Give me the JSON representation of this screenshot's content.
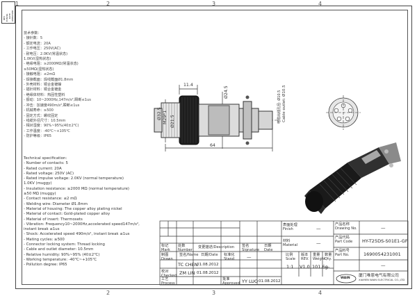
{
  "zones": [
    "1",
    "2",
    "3",
    "4"
  ],
  "rev_table": {
    "c1": "REV",
    "c2": "ECN No.",
    "c3": "DATE",
    "c4": "APPROVED"
  },
  "spec_cn": [
    "技术参数：",
    "- 接针数：5",
    "- 额定电流：20A",
    "- 工作电压：250V(AC)",
    "- 耐电压：2.0KV(常温状态)",
    "            1.0KV(湿热状态)",
    "- 绝缘电阻：≥2000MΩ(常温状态)",
    "            ≥50MΩ(湿热状态)",
    "- 接触电阻：≤2mΩ",
    "- 焊接截面：焊线截面Ø1.8mm",
    "- 外壳材料：铜合金镀镍",
    "- 插针材料：铜合金镀金",
    "- 绝缘体材料：热固性塑料",
    "- 振动：10~2000Hz,147m/s²,瞬断≤1us",
    "- 冲击：加速度490m/s²,瞬断≤1us",
    "- 机械寿命：≥500",
    "- 固定方式：螺纹固定",
    "- 线缆外径尺寸：10.5mm",
    "- 相对湿度：90%~95%(40±2℃)",
    "- 工作温度：-40℃~+105℃",
    "- 防护等级：IP65"
  ],
  "spec_en": [
    "Technical specification:",
    "- Number of contacts: 5",
    "- Rated current: 20A",
    "- Rated voltage: 250V (AC)",
    "- Rated impulse voltage: 2.0KV (normal temperature)",
    "                                          1.0KV (muggy)",
    "- Insulation resistance: ≥2000 MΩ (normal temperature)",
    "                                          ≥50 MΩ (muggy)",
    "- Contact resistance: ≤2 mΩ",
    "- Welding wire: Diameter Ø1.8mm",
    "- Material of housing: The copper alloy plating nickel",
    "- Material of contact: Gold-plated copper alloy",
    "- Material of insert: Thermosets",
    "- Vibration: Frequency10~2000Hz,accelerated speed147m/s²,",
    "                   instant break ≤1us",
    "- Shock: Accelerated speed 490m/s², instant break ≤1us",
    "- Mating cycles: ≥500",
    "- Connector locking system: Thread locking",
    "- Cable and outlet diameter: 10.5mm",
    "- Relative humidity: 90%~95% (40±2℃)",
    "- Working temperature: -40℃~+105℃",
    "- Pollution degree: IP65"
  ],
  "dims": {
    "d1": "11.4",
    "d2": "Ø24.5",
    "d3": "Ø32.5",
    "d4": "M29*1",
    "d5": "Ø21.5",
    "d6": "64",
    "cable_cn": "电缆出线孔径: Ø10.5",
    "cable_en": "Cable outlet: Ø10.5"
  },
  "title_block": {
    "finish_cn": "表面处理",
    "finish_en": "Finish",
    "finish_val": "—",
    "material_cn": "材料",
    "material_en": "Material",
    "material_val": "—",
    "drawing_no_cn": "产品名称",
    "drawing_no_en": "Drawing No.",
    "drawing_no_val": "—",
    "part_code_cn": "产品代码",
    "part_code_en": "Part Code",
    "part_code_val": "HY-T25DS-S01E1-GF",
    "part_no_cn": "产品料号",
    "part_no_en": "Part No.",
    "part_no_val": "1690054231001",
    "mark_cn": "标记",
    "mark_en": "Mark",
    "number_cn": "处数",
    "number_en": "Number",
    "desc_cn": "变更描述",
    "desc_en": "/Description",
    "sig_cn": "签名",
    "sig_en": "Signature",
    "date_cn": "日期",
    "date_en": "Date",
    "drawn_cn": "制图",
    "drawn_en": "Drawn",
    "drawn_name": "TC CHEN",
    "drawn_date": "01.08.2012",
    "stand_cn": "标准化",
    "stand_en": "Stand",
    "stand_val": "—",
    "checked_cn": "校对",
    "checked_en": "Checked",
    "checked_name": "ZM LIN",
    "checked_date": "01.08.2012",
    "process_cn": "工艺",
    "process_en": "Process",
    "approved_cn": "批准",
    "approved_en": "Approved",
    "approved_name": "YY LUO",
    "approved_date": "01.08.2012",
    "name_hdr_cn": "签名",
    "name_hdr_en": "/Name",
    "date_hdr_cn": "日期",
    "date_hdr_en": "/Date",
    "scale_cn": "比例",
    "scale_en": "Scale",
    "scale_val": "1:1",
    "rev_cn": "版本",
    "rev_en": "REV.",
    "rev_val": "V1.0",
    "weight_cn": "重量",
    "weight_en": "Weight",
    "weight_val": "101.6g",
    "qty_cn": "数量",
    "qty_en": "Qty.",
    "qty_val": "—",
    "company_cn": "厦门唯恩电气有限公司",
    "company_en": "XIAMEN WAIN ELECTRICAL CO.,LTD",
    "logo_text": "WAIN"
  }
}
